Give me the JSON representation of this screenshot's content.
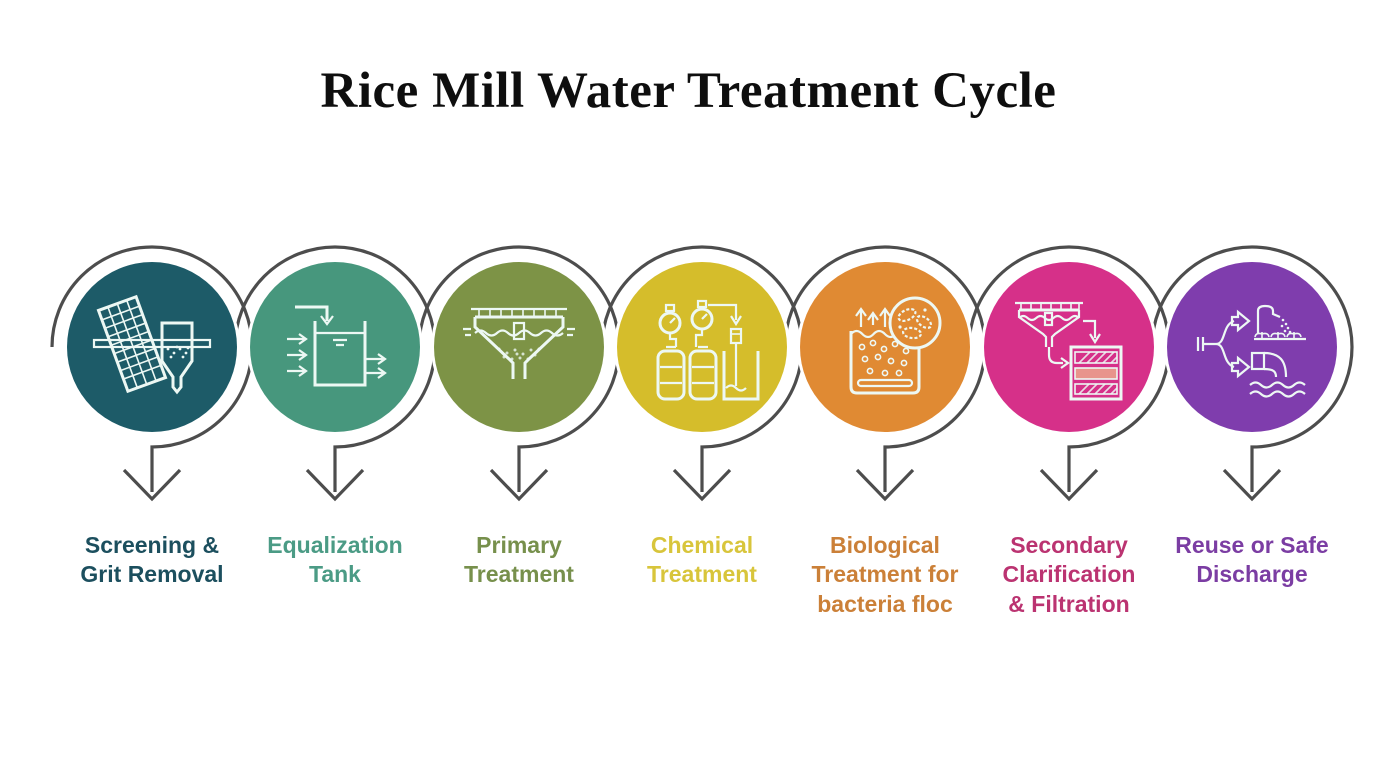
{
  "title": "Rice Mill Water Treatment Cycle",
  "background": "#ffffff",
  "connector": {
    "color": "#4d4d4d",
    "arrow_icon": "loop-down-arrow-icon"
  },
  "icon_stroke": "#edf8f4",
  "steps": [
    {
      "label": "Screening &\nGrit Removal",
      "circle_color": "#1d5b68",
      "label_color": "#1c4f5e",
      "icon": "screening-grit-removal-icon"
    },
    {
      "label": "Equalization\nTank",
      "circle_color": "#47977d",
      "label_color": "#4b9b85",
      "icon": "equalization-tank-icon"
    },
    {
      "label": "Primary\nTreatment",
      "circle_color": "#7d9346",
      "label_color": "#77904c",
      "icon": "primary-clarifier-icon"
    },
    {
      "label": "Chemical\nTreatment",
      "circle_color": "#d5bd2b",
      "label_color": "#d8c53b",
      "icon": "chemical-dosing-icon"
    },
    {
      "label": "Biological\nTreatment for\nbacteria floc",
      "circle_color": "#e08a33",
      "label_color": "#cb8038",
      "icon": "aeration-bacteria-icon"
    },
    {
      "label": "Secondary\nClarification\n& Filtration",
      "circle_color": "#d63089",
      "label_color": "#bb3371",
      "icon": "clarifier-filter-icon"
    },
    {
      "label": "Reuse or Safe\nDischarge",
      "circle_color": "#7f3dad",
      "label_color": "#7b3da3",
      "icon": "reuse-safe-discharge-icon"
    }
  ]
}
